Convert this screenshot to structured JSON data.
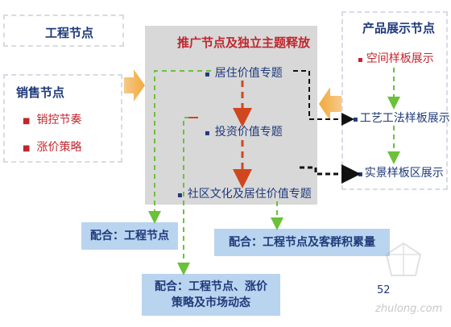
{
  "left_top": {
    "title": "工程节点"
  },
  "left_sales": {
    "title": "销售节点",
    "items": [
      "销控节奏",
      "涨价策略"
    ]
  },
  "center": {
    "title": "推广节点及独立主题释放",
    "steps": [
      "居住价值专题",
      "投资价值专题",
      "社区文化及居住价值专题"
    ]
  },
  "right": {
    "title": "产品展示节点",
    "items": [
      "空间样板展示",
      "工艺工法样板展示",
      "实景样板区展示"
    ]
  },
  "bottom": {
    "box1": "配合：工程节点",
    "box2": "配合：工程节点及客群积累量",
    "box3_line1": "配合：工程节点、涨价",
    "box3_line2": "策略及市场动态"
  },
  "page_number": "52",
  "watermark": "zhulong.com",
  "colors": {
    "red": "#c0262d",
    "dark_blue": "#1f3a7a",
    "green_dash": "#6bc13a",
    "orange": "#f2a93b",
    "box_blue": "#b9d4ef",
    "panel_gray": "#d8d8d8"
  }
}
